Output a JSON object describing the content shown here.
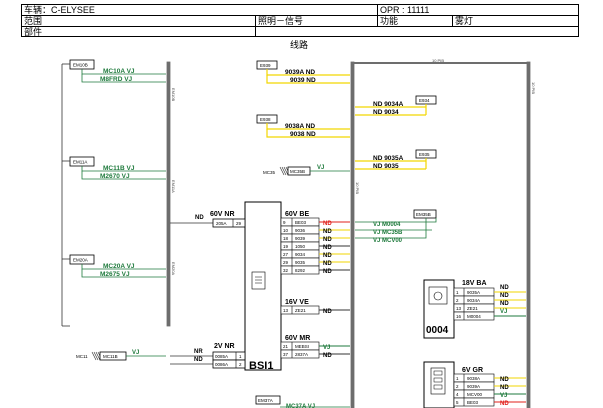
{
  "header": {
    "vehicle": "车辆：C-ELYSEE",
    "opr": "OPR : 11111",
    "scope": "范围",
    "signal": "照明－信号",
    "function_label": "功能",
    "function_value": "雾灯",
    "part": "部件",
    "section_title": "线路"
  },
  "colors": {
    "green": "#1e7a3c",
    "yellow": "#f2d600",
    "red": "#e0201b",
    "gray_bar": "#6d6d6d",
    "line": "#333333"
  },
  "connectors": {
    "em10b": {
      "name": "EM10B",
      "wires": [
        "MC10A VJ",
        "M8FRD VJ"
      ]
    },
    "em11a": {
      "name": "EM11A",
      "wires": [
        "MC11B VJ",
        "M2670 VJ"
      ]
    },
    "em20a": {
      "name": "EM20A",
      "wires": [
        "MC20A VJ",
        "M2675 VJ"
      ]
    },
    "e939": {
      "name": "E939",
      "wires": [
        "9039A ND",
        "9039 ND"
      ]
    },
    "e938": {
      "name": "E938",
      "wires": [
        "9038A ND",
        "9038 ND"
      ]
    },
    "e934": {
      "name": "E934",
      "wires": [
        "ND 9034A",
        "ND 9034"
      ]
    },
    "e935": {
      "name": "E935",
      "wires": [
        "ND 9035A",
        "ND 9035"
      ]
    },
    "em35b": {
      "name": "EM35B",
      "wires": [
        "VJ M0004",
        "VJ MC35B",
        "VJ MCV00"
      ]
    },
    "em37a": {
      "name": "EM37A",
      "wires": [
        "MC37A VJ"
      ]
    },
    "mc35": {
      "label": "MC35",
      "box": "MC35B",
      "wire": "VJ"
    },
    "mc11": {
      "label": "MC11",
      "box": "MC11B",
      "wire": "VJ"
    }
  },
  "bus_labels": {
    "left": [
      "EM10B",
      "EM11A",
      "EM20A"
    ],
    "mid": "10 PIB",
    "right_top": "10 PIB",
    "right_side": "10 PIB"
  },
  "bsi": {
    "name": "BSI1",
    "in_left_1": {
      "head": "60V NR",
      "wire": "ND",
      "pins": [
        [
          "205A",
          "29"
        ]
      ]
    },
    "in_left_2": {
      "head": "2V NR",
      "wires": [
        "NR",
        "ND"
      ],
      "pins": [
        [
          "0085A",
          "1"
        ],
        [
          "0086A",
          "2"
        ]
      ]
    },
    "out_be": {
      "head": "60V BE",
      "rows": [
        {
          "pin": "9",
          "code": "BE03",
          "wire": "ND"
        },
        {
          "pin": "10",
          "code": "9036",
          "wire": "ND"
        },
        {
          "pin": "18",
          "code": "9039",
          "wire": "ND"
        },
        {
          "pin": "19",
          "code": "1050",
          "wire": "ND"
        },
        {
          "pin": "27",
          "code": "9034",
          "wire": "ND"
        },
        {
          "pin": "29",
          "code": "9035",
          "wire": "ND"
        },
        {
          "pin": "32",
          "code": "8292",
          "wire": "ND"
        }
      ]
    },
    "out_ve": {
      "head": "16V VE",
      "rows": [
        {
          "pin": "13",
          "code": "ZE21",
          "wire": "ND"
        }
      ]
    },
    "out_mr": {
      "head": "60V MR",
      "rows": [
        {
          "pin": "21",
          "code": "MEBSI",
          "wire": "VJ"
        },
        {
          "pin": "37",
          "code": "2837A",
          "wire": "ND"
        }
      ]
    }
  },
  "module_0004": {
    "name": "0004",
    "head": "18V BA",
    "rows": [
      {
        "pin": "1",
        "code": "9035A",
        "wire": "ND"
      },
      {
        "pin": "2",
        "code": "9034A",
        "wire": "ND"
      },
      {
        "pin": "13",
        "code": "ZE21",
        "wire": "ND"
      },
      {
        "pin": "16",
        "code": "M0004",
        "wire": "VJ"
      }
    ]
  },
  "module_gr": {
    "head": "6V GR",
    "rows": [
      {
        "pin": "1",
        "code": "9038A",
        "wire": "ND"
      },
      {
        "pin": "2",
        "code": "9039A",
        "wire": "ND"
      },
      {
        "pin": "4",
        "code": "MCV00",
        "wire": "VJ"
      },
      {
        "pin": "5",
        "code": "BE03",
        "wire": "ND"
      }
    ]
  }
}
